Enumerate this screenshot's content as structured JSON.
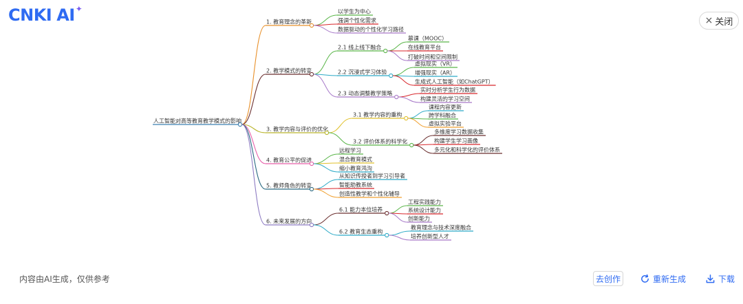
{
  "header": {
    "logo_text": "CNKI",
    "logo_ai": "AI",
    "logo_spark": "✦",
    "close_label": "关闭",
    "close_icon": "×"
  },
  "footer": {
    "note": "内容由AI生成，仅供参考",
    "create_label": "去创作",
    "regenerate_label": "重新生成",
    "download_label": "下载"
  },
  "colors": {
    "accent": "#2f6bf2",
    "root": "#3a7fb0",
    "b1": "#e8902a",
    "b2": "#6b2f2f",
    "b3": "#b9b42a",
    "b4": "#e65ea8",
    "b5": "#2a6a82",
    "b6": "#8e7cc3",
    "green": "#59b548",
    "red": "#d8262b",
    "purple": "#a678c8",
    "cyan": "#2aa9c6",
    "yellow": "#e0c02a",
    "orange": "#f0a030",
    "maroon": "#6b2f2f"
  },
  "mindmap": {
    "root": "人工智能对高等教育教学模式的影响",
    "branches": [
      {
        "label": "1. 教育理念的革新",
        "children": [
          {
            "label": "以学生为中心"
          },
          {
            "label": "强调个性化需求"
          },
          {
            "label": "数据驱动的个性化学习路径"
          }
        ]
      },
      {
        "label": "2. 教学模式的转变",
        "children": [
          {
            "label": "2.1 线上线下融合",
            "children": [
              {
                "label": "慕课（MOOC）"
              },
              {
                "label": "在线教育平台"
              },
              {
                "label": "打破时间和空间限制"
              }
            ]
          },
          {
            "label": "2.2 沉浸式学习体验",
            "children": [
              {
                "label": "虚拟现实（VR）"
              },
              {
                "label": "增强现实（AR）"
              },
              {
                "label": "生成式人工智能（如ChatGPT）"
              }
            ]
          },
          {
            "label": "2.3 动态调整教学策略",
            "children": [
              {
                "label": "实时分析学生行为数据"
              },
              {
                "label": "构建灵活的学习空间"
              }
            ]
          }
        ]
      },
      {
        "label": "3. 教学内容与评价的优化",
        "children": [
          {
            "label": "3.1 教学内容的重构",
            "children": [
              {
                "label": "课程内容更新"
              },
              {
                "label": "跨学科融合"
              },
              {
                "label": "虚拟实验平台"
              }
            ]
          },
          {
            "label": "3.2 评价体系的科学化",
            "children": [
              {
                "label": "多维度学习数据收集"
              },
              {
                "label": "构建学生学习画像"
              },
              {
                "label": "多元化和科学化的评价体系"
              }
            ]
          }
        ]
      },
      {
        "label": "4. 教育公平的促进",
        "children": [
          {
            "label": "远程学习"
          },
          {
            "label": "混合教育模式"
          },
          {
            "label": "缩小教育鸿沟"
          }
        ]
      },
      {
        "label": "5. 教师角色的转变",
        "children": [
          {
            "label": "从知识传授者到学习引导者"
          },
          {
            "label": "智能助教系统"
          },
          {
            "label": "创造性教学和个性化辅导"
          }
        ]
      },
      {
        "label": "6. 未来发展的方向",
        "children": [
          {
            "label": "6.1 能力本位培养",
            "children": [
              {
                "label": "工程实践能力"
              },
              {
                "label": "系统设计能力"
              },
              {
                "label": "创新能力"
              }
            ]
          },
          {
            "label": "6.2 教育生态重构",
            "children": [
              {
                "label": "教育理念与技术深度融合"
              },
              {
                "label": "培养创新型人才"
              }
            ]
          }
        ]
      }
    ]
  }
}
